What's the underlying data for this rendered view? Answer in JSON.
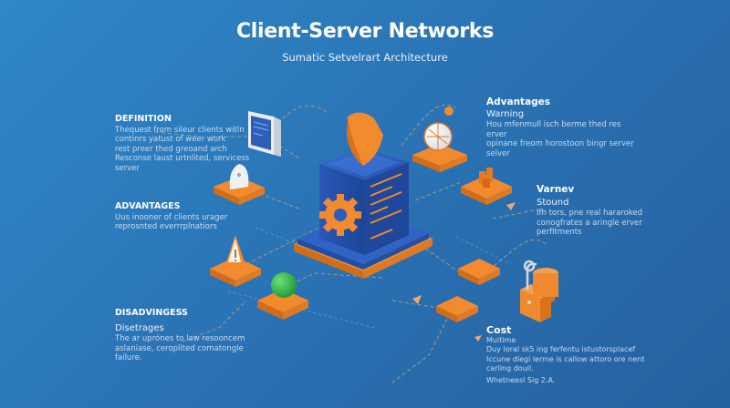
{
  "header": {
    "title": "Client-Server Networks",
    "subtitle": "Sumatic Setvelrart Architecture"
  },
  "sections": {
    "definition": {
      "heading": "DEFINITION",
      "lines": [
        "Thequest from sileur clients witln",
        "continrs yatust of weer work",
        "rest preer thed greoand arch",
        "Resconse laust urtnlited, servicess",
        "server"
      ]
    },
    "advantages_left": {
      "heading": "ADVANTAGES",
      "lines": [
        "Uus inooner of clients urager",
        "reprosnted everrrplnatiors"
      ]
    },
    "disadvantages": {
      "heading": "DISADVINGESS",
      "subheading": "Disetrages",
      "lines": [
        "The ar uprónes to law resooncem",
        "aslaniase, ceroplited comatongle",
        "failure."
      ]
    },
    "advantages_right": {
      "heading": "Advantages",
      "subheading": "Warning",
      "lines": [
        "Hou mfenmull isch berme thed res erver",
        "opinane freom horostoon bingr serveṛ",
        "selver"
      ]
    },
    "varnev": {
      "heading": "Varnev",
      "subheading": "Stound",
      "lines": [
        "Ifh tors, pne real hararoked",
        "conogfrates a aringle erver",
        "perfitments"
      ]
    },
    "cost": {
      "heading": "Cost",
      "subheading": "Muitime",
      "lines": [
        "Duy loral  sk5 ing ferfentu istustorsplacef",
        "Iccune dlegi lerme is callow attoro ore nent",
        "carling douil.",
        "Whetneesl Sig 2.A."
      ]
    }
  },
  "icons": {
    "central": "server-tower-icon",
    "shield": "shield-icon",
    "gear": "gear-icon",
    "client_window": "client-window-icon",
    "cloud": "cloud-icon",
    "globe": "globe-icon",
    "cone": "warning-cone-icon",
    "ball": "status-ball-icon",
    "lock": "lock-icon",
    "cluster": "server-cluster-icon"
  },
  "colors": {
    "accent_orange": "#f28a2e",
    "server_blue": "#2a5fc0",
    "ball_green": "#2ec24a"
  }
}
